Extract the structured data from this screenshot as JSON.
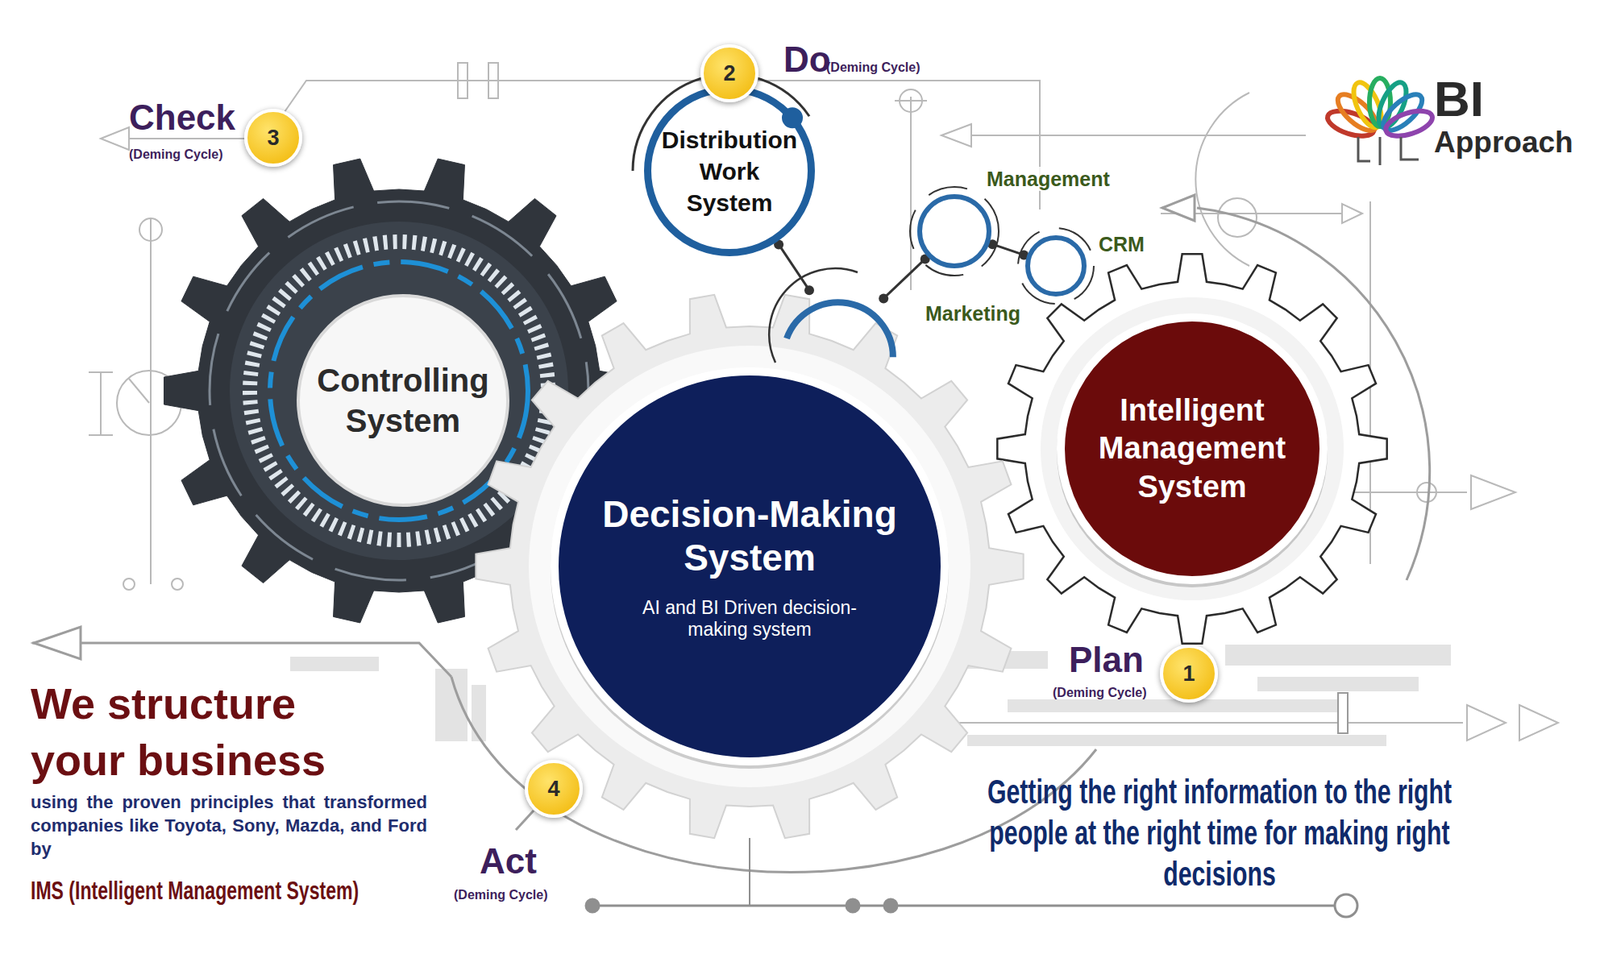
{
  "diagram": {
    "nodes": [
      {
        "text": [
          "Controlling System"
        ]
      },
      {
        "text": [
          "Distribution Work System"
        ]
      },
      {
        "text": [
          "Management"
        ]
      },
      {
        "text": [
          "CRM"
        ]
      },
      {
        "text": [
          "Marketing"
        ]
      },
      {
        "text": [
          "Decision-Making System",
          "AI and BI Driven decision-making system"
        ]
      },
      {
        "text": [
          "Intelligent Management System"
        ]
      }
    ],
    "edges": [
      {
        "from": 1,
        "to": 4,
        "arrow": "none"
      },
      {
        "from": 4,
        "to": 2,
        "arrow": "none"
      },
      {
        "from": 2,
        "to": 3,
        "arrow": "none"
      }
    ],
    "labels": [
      "Check",
      "(Deming Cycle)",
      "3",
      "2",
      "Do",
      "(Deming Cycle)",
      "BI",
      "Approach",
      "Plan",
      "(Deming Cycle)",
      "1",
      "4",
      "Act",
      "(Deming Cycle)",
      "We structure your business",
      "using the proven principles that transformed companies like Toyota, Sony, Mazda, and Ford by",
      "IMS (Intelligent Management System)",
      "Getting the right information to the right people at the right time for making right decisions"
    ]
  }
}
